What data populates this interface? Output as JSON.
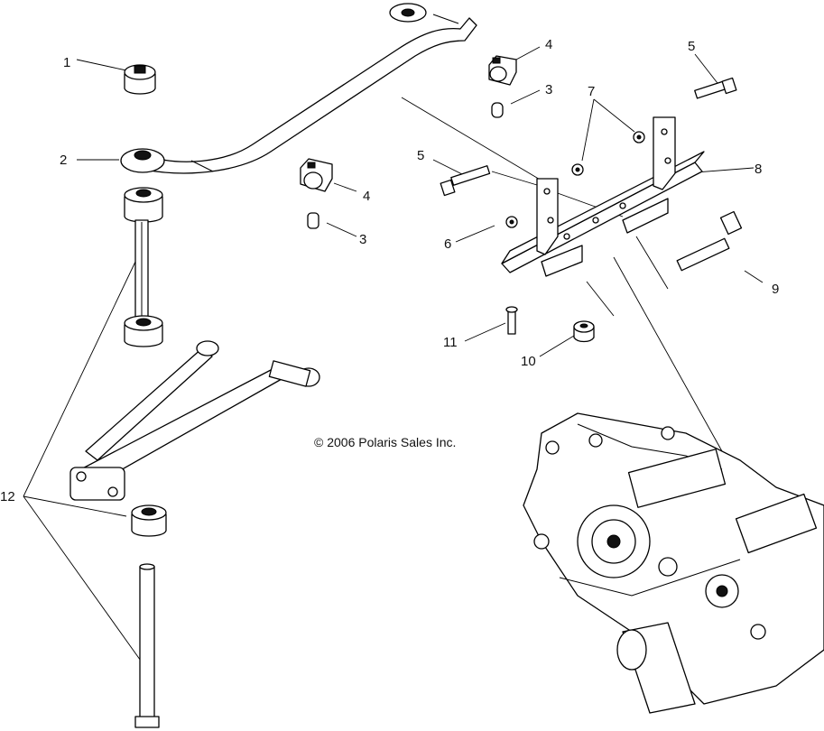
{
  "callouts": [
    {
      "id": "c1",
      "text": "1"
    },
    {
      "id": "c2",
      "text": "2"
    },
    {
      "id": "c3a",
      "text": "3"
    },
    {
      "id": "c3b",
      "text": "3"
    },
    {
      "id": "c4a",
      "text": "4"
    },
    {
      "id": "c4b",
      "text": "4"
    },
    {
      "id": "c5a",
      "text": "5"
    },
    {
      "id": "c5b",
      "text": "5"
    },
    {
      "id": "c6",
      "text": "6"
    },
    {
      "id": "c7",
      "text": "7"
    },
    {
      "id": "c8",
      "text": "8"
    },
    {
      "id": "c9",
      "text": "9"
    },
    {
      "id": "c10",
      "text": "10"
    },
    {
      "id": "c11",
      "text": "11"
    },
    {
      "id": "c12",
      "text": "12"
    }
  ],
  "copyright": "© 2006 Polaris Sales Inc."
}
